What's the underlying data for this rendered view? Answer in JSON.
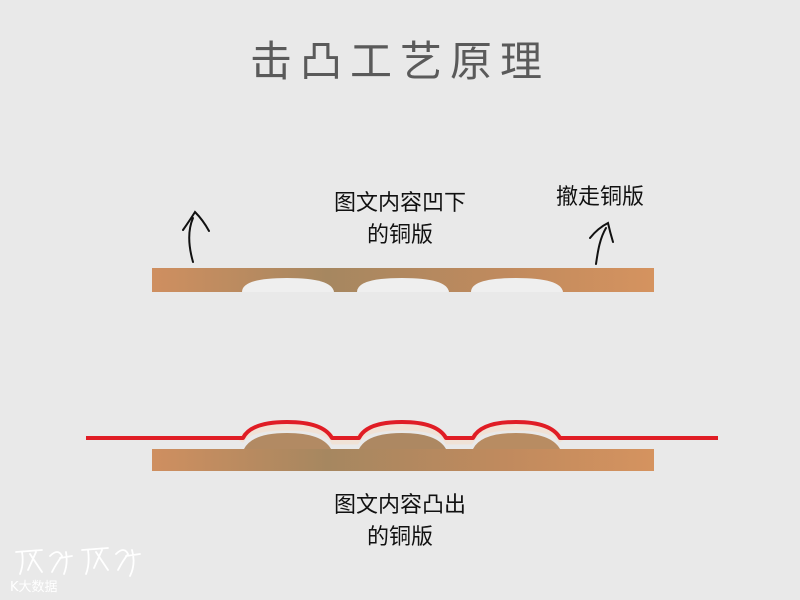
{
  "title": "击凸工艺原理",
  "labels": {
    "top_plate_line1": "图文内容凹下",
    "top_plate_line2": "的铜版",
    "remove_plate": "撤走铜版",
    "bottom_plate_line1": "图文内容凸出",
    "bottom_plate_line2": "的铜版"
  },
  "watermark": {
    "logo_text": "K大数据"
  },
  "colors": {
    "background": "#e9e9e9",
    "copper_light": "#d49262",
    "copper_dark": "#a5875f",
    "paper_red": "#e01d25",
    "paper_highlight": "#f2e6dc",
    "cavity": "#f4f4f4"
  },
  "icons": [
    "arrow-up-left-icon",
    "arrow-up-right-icon"
  ]
}
